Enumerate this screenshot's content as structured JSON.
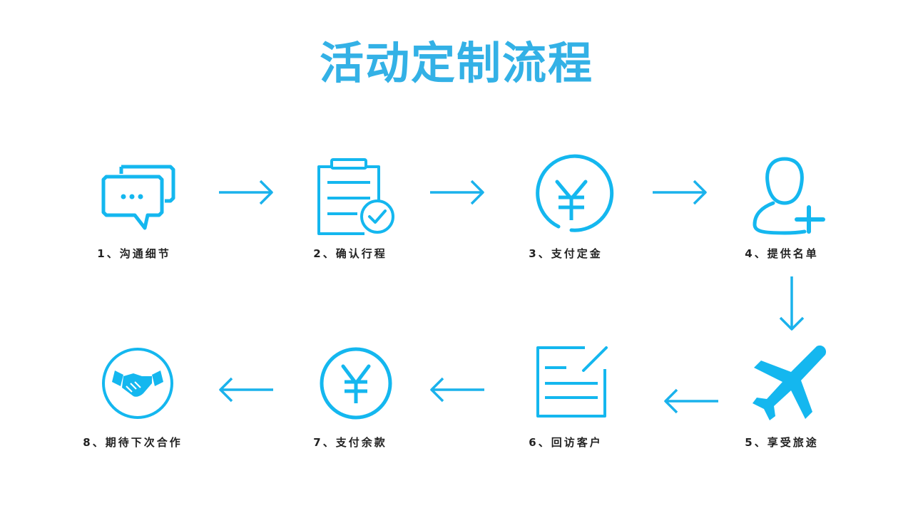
{
  "title": "活动定制流程",
  "accent_color": "#1ab2ec",
  "steps": [
    {
      "label": "1、沟通细节",
      "icon": "chat-bubbles-icon"
    },
    {
      "label": "2、确认行程",
      "icon": "clipboard-check-icon"
    },
    {
      "label": "3、支付定金",
      "icon": "yuan-coin-icon"
    },
    {
      "label": "4、提供名单",
      "icon": "add-user-icon"
    },
    {
      "label": "5、享受旅途",
      "icon": "airplane-icon"
    },
    {
      "label": "6、回访客户",
      "icon": "edit-document-icon"
    },
    {
      "label": "7、支付余款",
      "icon": "yuan-coin-icon"
    },
    {
      "label": "8、期待下次合作",
      "icon": "handshake-icon"
    }
  ],
  "connectors": [
    {
      "from": 1,
      "to": 2,
      "direction": "right"
    },
    {
      "from": 2,
      "to": 3,
      "direction": "right"
    },
    {
      "from": 3,
      "to": 4,
      "direction": "right"
    },
    {
      "from": 4,
      "to": 5,
      "direction": "down"
    },
    {
      "from": 5,
      "to": 6,
      "direction": "left"
    },
    {
      "from": 6,
      "to": 7,
      "direction": "left"
    },
    {
      "from": 7,
      "to": 8,
      "direction": "left"
    }
  ]
}
